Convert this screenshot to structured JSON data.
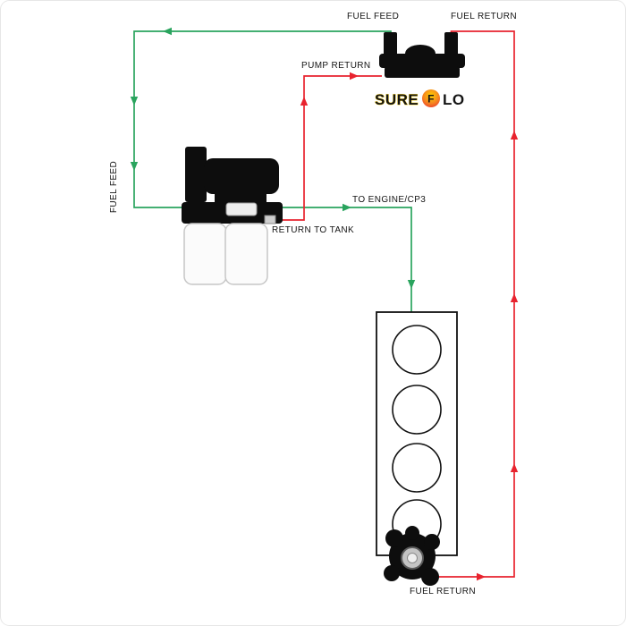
{
  "colors": {
    "feed_line": "#2aa45e",
    "return_line": "#e8232e",
    "outline": "#111111",
    "logo_yellow": "#ffd200",
    "logo_orange": "#f58220",
    "logo_red": "#e8232e"
  },
  "labels": {
    "fuel_feed_top": "FUEL FEED",
    "fuel_return_top": "FUEL RETURN",
    "pump_return": "PUMP RETURN",
    "fuel_feed_left": "FUEL FEED",
    "to_engine_cp3": "TO ENGINE/CP3",
    "return_to_tank": "RETURN TO TANK",
    "fuel_return_bottom": "FUEL RETURN"
  },
  "logo": {
    "word_start": "SURE",
    "letter_mid": "F",
    "word_end": "LO"
  }
}
